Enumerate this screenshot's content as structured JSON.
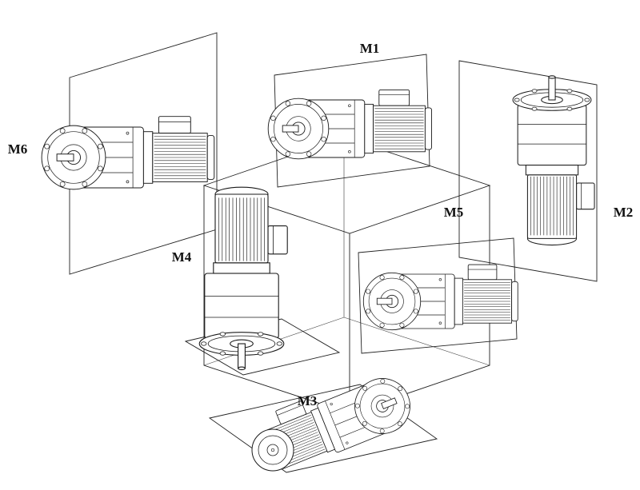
{
  "diagram": {
    "description": "Gearmotor mounting positions diagram with six units arranged around a wireframe cube",
    "labels": {
      "m1": "M1",
      "m2": "M2",
      "m3": "M3",
      "m4": "M4",
      "m5": "M5",
      "m6": "M6"
    },
    "colors": {
      "line": "#1a1a1a",
      "background": "#ffffff",
      "label_text": "#111111"
    }
  }
}
